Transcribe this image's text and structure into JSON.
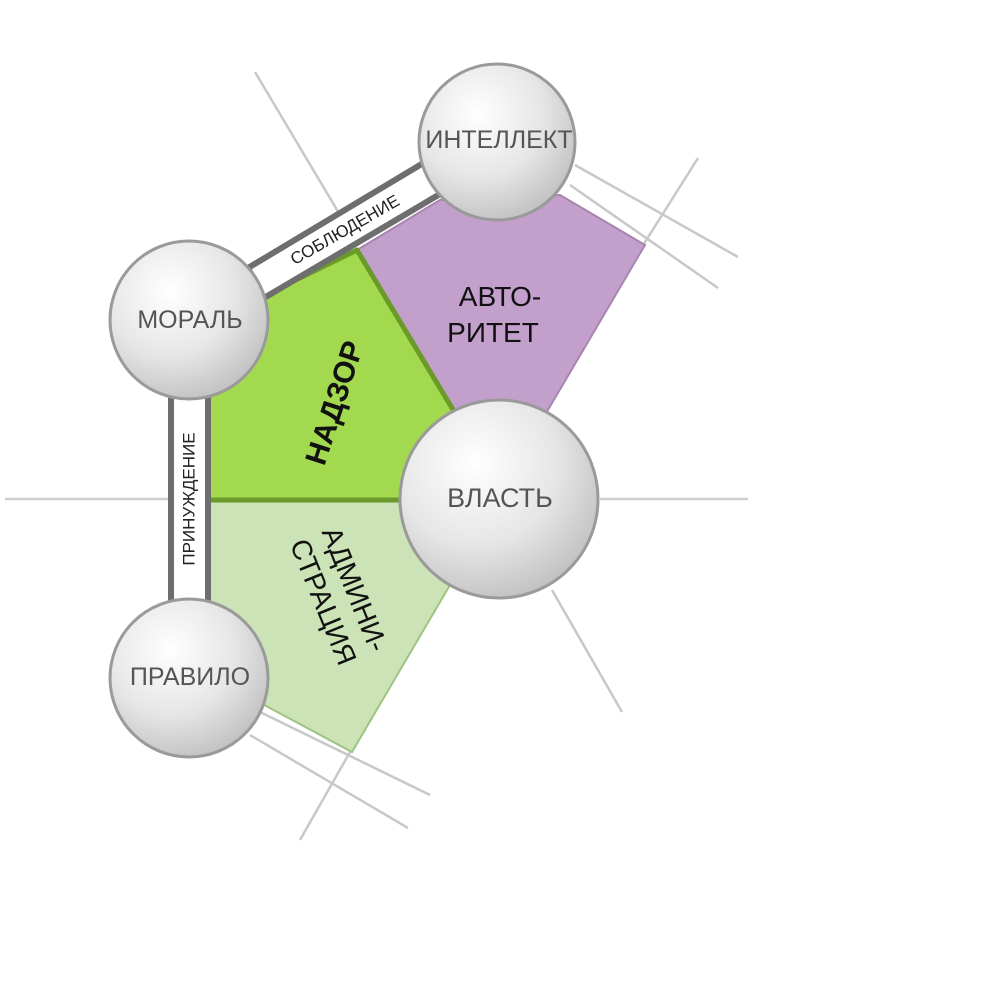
{
  "nodes": {
    "intellect": "ИНТЕЛЛЕКТ",
    "morality": "МОРАЛЬ",
    "power": "ВЛАСТЬ",
    "rule": "ПРАВИЛО"
  },
  "connectors": {
    "observance": "СОБЛЮДЕНИЕ",
    "coercion": "ПРИНУЖДЕНИЕ"
  },
  "regions": {
    "authority": {
      "line1": "АВТО-",
      "line2": "РИТЕТ"
    },
    "supervision": "НАДЗОР",
    "administration": {
      "line1": "АДМИНИ-",
      "line2": "СТРАЦИЯ"
    }
  },
  "colors": {
    "authority_fill": "#c39fcb",
    "supervision_fill": "#a3d94f",
    "supervision_edge": "#6a9a2a",
    "administration_fill": "#cbe3b6",
    "connector_stroke": "#6e6e6e",
    "node_edge": "#9a9a9a",
    "ray": "#c8c8c8"
  }
}
